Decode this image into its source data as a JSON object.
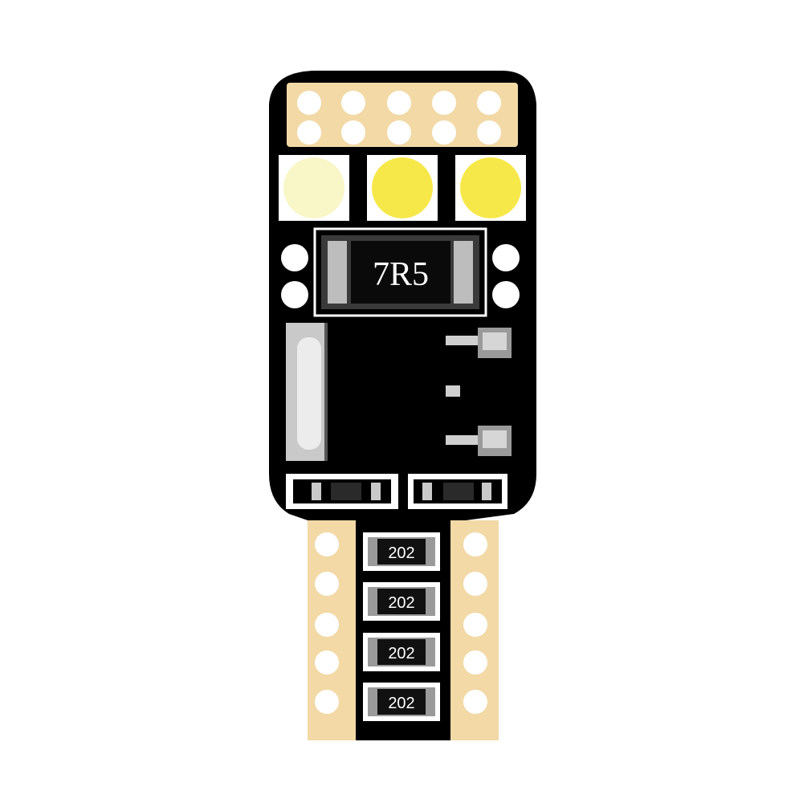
{
  "product": {
    "main_resistor_label": "7R5",
    "smd_resistor_labels": [
      "202",
      "202",
      "202",
      "202"
    ],
    "led_count": 3,
    "led_color": "#ffffff",
    "led_core_color": "#f7e84a",
    "pcb_color": "#000000",
    "pad_color": "#f2d9a6"
  }
}
